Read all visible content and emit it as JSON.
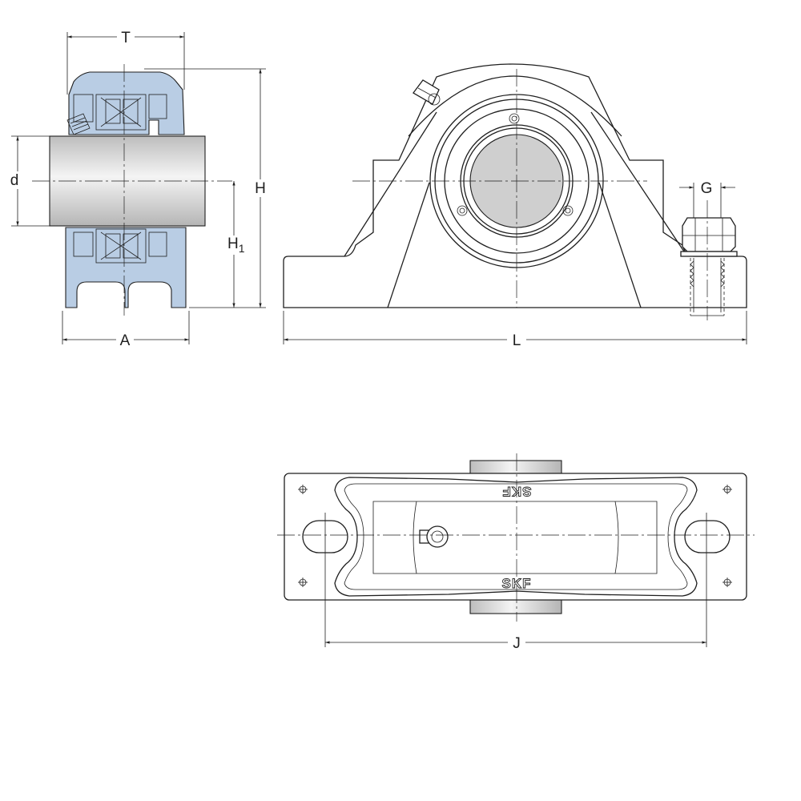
{
  "dimension_labels": {
    "T": "T",
    "d": "d",
    "H": "H",
    "H1_main": "H",
    "H1_sub": "1",
    "A": "A",
    "G": "G",
    "L": "L",
    "J": "J"
  },
  "logo_text": "SKF",
  "colors": {
    "section_fill": "#b9cde4",
    "shaft_fill": "#d9d9d9",
    "line": "#1f1f1f"
  }
}
